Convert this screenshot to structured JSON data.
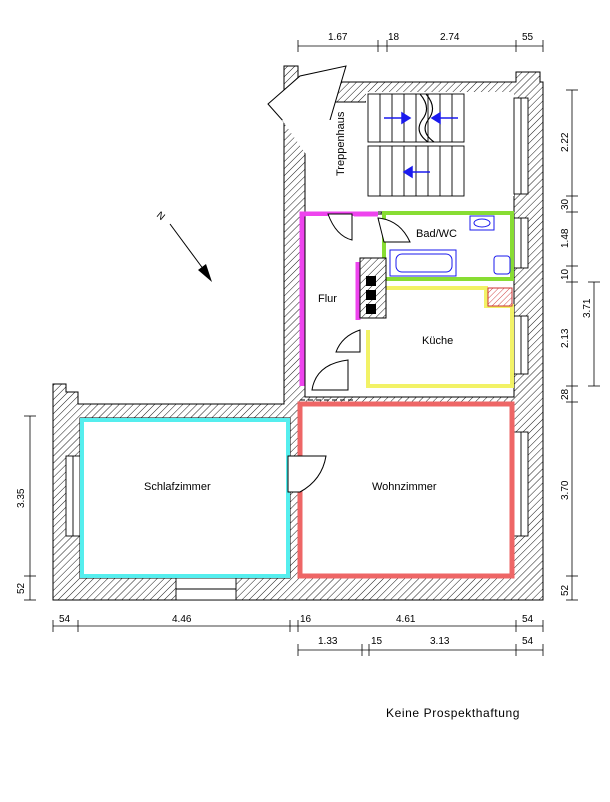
{
  "rooms": {
    "stair": "Treppenhaus",
    "bath": "Bad/WC",
    "hall": "Flur",
    "kitchen": "Küche",
    "bedroom": "Schlafzimmer",
    "living": "Wohnzimmer"
  },
  "top_dims": [
    "1.67",
    "18",
    "2.74",
    "55"
  ],
  "bottom_dims_1": [
    "54",
    "4.46",
    "16",
    "4.61",
    "54"
  ],
  "bottom_dims_2": [
    "1.33",
    "15",
    "3.13",
    "54"
  ],
  "left_dims": [
    "3.35",
    "52"
  ],
  "right_dims": [
    "2.22",
    "30",
    "1.48",
    "10",
    "2.13",
    "28",
    "3.70",
    "52"
  ],
  "right_total": "3.71",
  "north_label": "N",
  "note": "Keine Prospekthaftung",
  "colors": {
    "bath": "#88dd33",
    "hall": "#ee44ee",
    "kitchen": "#f2f266",
    "bedroom": "#55eeee",
    "living": "#ee6666",
    "arrows": "#1a1aee"
  }
}
